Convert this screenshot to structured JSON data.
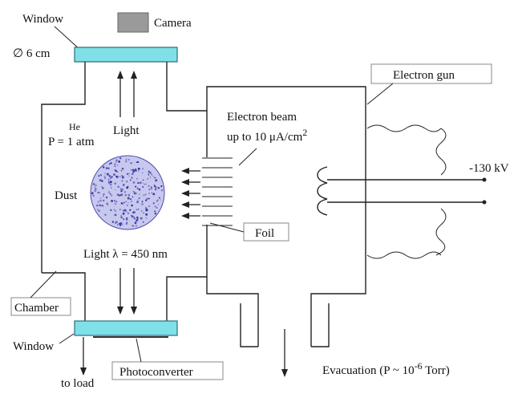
{
  "diagram": {
    "labels": {
      "window_top": "Window",
      "camera": "Camera",
      "diameter": "∅ 6 cm",
      "electron_gun": "Electron gun",
      "he": "He",
      "pressure": "P = 1 atm",
      "light_top": "Light",
      "beam_line1": "Electron beam",
      "beam_line2_prefix": "up to 10  μA/cm",
      "beam_line2_sup": "2",
      "voltage": "-130 kV",
      "dust": "Dust",
      "foil": "Foil",
      "light_bottom": "Light λ = 450 nm",
      "chamber": "Chamber",
      "window_bottom": "Window",
      "photoconverter": "Photoconverter",
      "to_load": "to load",
      "evacuation_prefix": "Evacuation  (P ~ 10",
      "evacuation_sup": "-6",
      "evacuation_suffix": " Torr)"
    },
    "colors": {
      "window_fill": "#7fe0e8",
      "window_stroke": "#2a6f78",
      "camera_fill": "#9a9a9a",
      "dust_fill": "#c8c8ee",
      "dust_dot": "#2b2f9e",
      "wall": "#222222",
      "window_label": "#1f5f7a"
    }
  }
}
